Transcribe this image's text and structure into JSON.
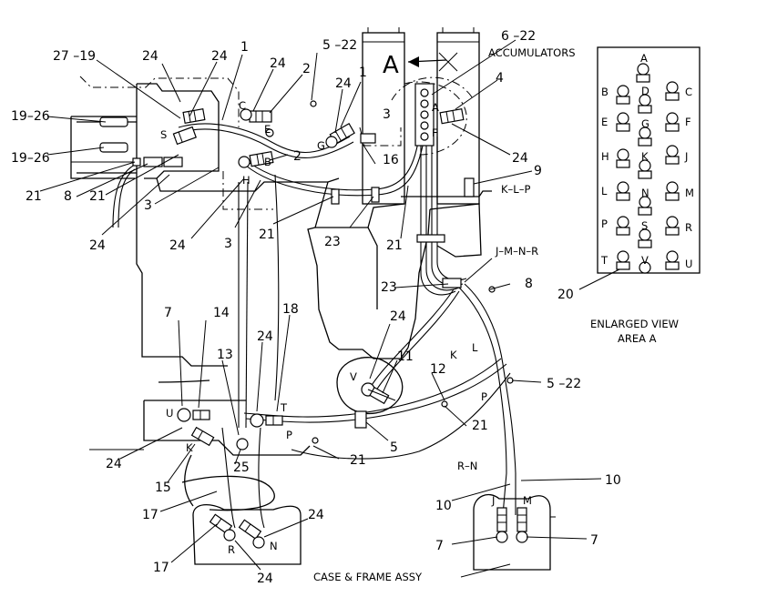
{
  "callouts": {
    "c27_19": "27 –19",
    "c24a": "24",
    "c24b": "24",
    "c1": "1",
    "c24c": "24",
    "c2a": "2",
    "c5_22a": "5 –22",
    "c1b": "1",
    "c24d": "24",
    "c3a": "3",
    "c6_22": "6 –22",
    "c4": "4",
    "c19_26a": "19–26",
    "c19_26b": "19–26",
    "c2b": "2",
    "c16": "16",
    "c24e": "24",
    "c9": "9",
    "c21a": "21",
    "c8a": "8",
    "c21b": "21",
    "c3b": "3",
    "c24f": "24",
    "c24g": "24",
    "c3c": "3",
    "c21c": "21",
    "c23a": "23",
    "c21d": "21",
    "c23b": "23",
    "c8b": "8",
    "c7a": "7",
    "c14": "14",
    "c18": "18",
    "c24h": "24",
    "c13": "13",
    "c24i": "24",
    "c11": "11",
    "c12": "12",
    "c5_22b": "5 –22",
    "c21e": "21",
    "c5": "5",
    "c24j": "24",
    "c15": "15",
    "c25": "25",
    "c21f": "21",
    "c17a": "17",
    "c10a": "10",
    "c10b": "10",
    "c24k": "24",
    "c7b": "7",
    "c7c": "7",
    "c17b": "17",
    "c24l": "24",
    "c20": "20"
  },
  "letters": {
    "A": "A",
    "B": "B",
    "C": "C",
    "D": "D",
    "E": "E",
    "F": "F",
    "G": "G",
    "H": "H",
    "J": "J",
    "K": "K",
    "L": "L",
    "M": "M",
    "N": "N",
    "P": "P",
    "R": "R",
    "S": "S",
    "T": "T",
    "U": "U",
    "V": "V",
    "main_S": "S",
    "main_C": "C",
    "main_E": "E",
    "main_B": "B",
    "main_H": "H",
    "main_G": "G",
    "main_A": "A",
    "main_F": "F",
    "main_V": "V",
    "main_K1": "K",
    "main_L": "L",
    "main_P": "P",
    "main_U": "U",
    "main_K2": "K",
    "main_T": "T",
    "main_P2": "P",
    "main_R": "R",
    "main_N": "N",
    "main_J": "J",
    "main_M": "M"
  },
  "labels": {
    "accumulators": "ACCUMULATORS",
    "view_letter": "A",
    "klp": "K–L–P",
    "jmnr": "J–M–N–R",
    "rn": "R–N",
    "enlarged_line1": "ENLARGED VIEW",
    "enlarged_line2": "AREA A",
    "case_frame": "CASE & FRAME ASSY"
  }
}
